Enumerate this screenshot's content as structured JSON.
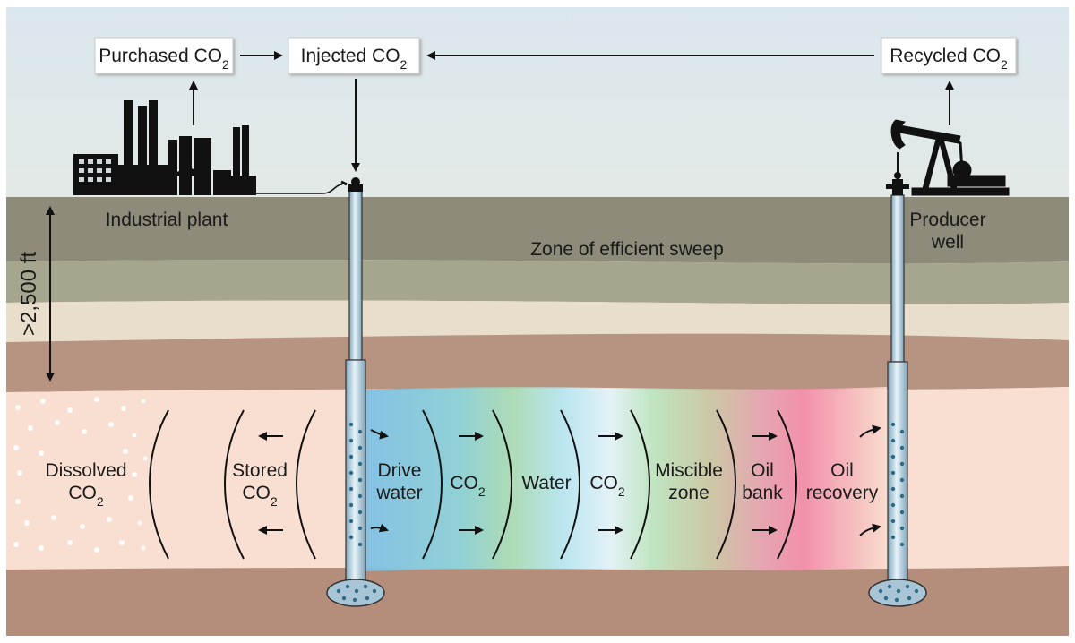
{
  "boxes": {
    "purchased": {
      "text": "Purchased CO",
      "sub": "2"
    },
    "injected": {
      "text": "Injected CO",
      "sub": "2"
    },
    "recycled": {
      "text": "Recycled CO",
      "sub": "2"
    }
  },
  "labels": {
    "industrial_plant": "Industrial plant",
    "producer_well_1": "Producer",
    "producer_well_2": "well",
    "zone_sweep": "Zone of efficient sweep",
    "depth": ">2,500 ft"
  },
  "zones": {
    "dissolved_1": "Dissolved",
    "dissolved_2": "CO",
    "dissolved_sub": "2",
    "stored_1": "Stored",
    "stored_2": "CO",
    "stored_sub": "2",
    "drive_water_1": "Drive",
    "drive_water_2": "water",
    "co2_a": "CO",
    "co2_a_sub": "2",
    "water": "Water",
    "co2_b": "CO",
    "co2_b_sub": "2",
    "miscible_1": "Miscible",
    "miscible_2": "zone",
    "oil_bank_1": "Oil",
    "oil_bank_2": "bank",
    "oil_recovery_1": "Oil",
    "oil_recovery_2": "recovery"
  },
  "colors": {
    "sky_top": "#dde8ee",
    "sky_bottom": "#f3efd6",
    "topsoil": "#8e8a78",
    "sweep_layer": "#a2a38a",
    "light_layer": "#e7ddc5",
    "brown_layer": "#b48f7c",
    "reservoir": "#f8dfd0",
    "well_pipe": "#a9c9d8",
    "black": "#111111"
  }
}
